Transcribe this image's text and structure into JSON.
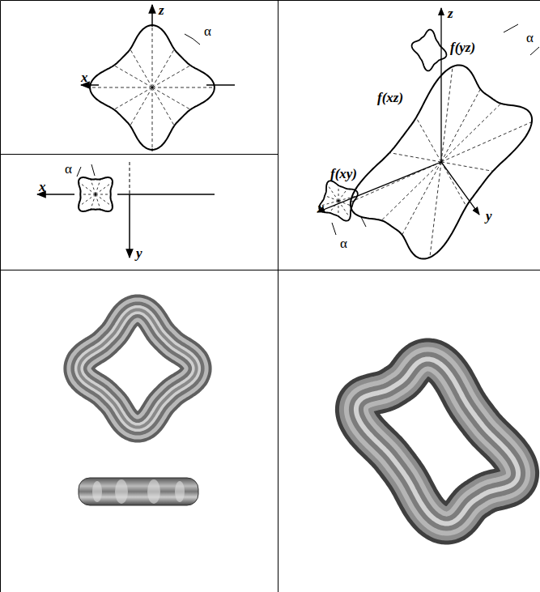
{
  "diagram": {
    "labels": [
      "z",
      "x",
      "α",
      "x",
      "y",
      "α",
      "z",
      "α",
      "f(yz)",
      "f(xz)",
      "f(xy)",
      "x",
      "α",
      "y"
    ]
  }
}
